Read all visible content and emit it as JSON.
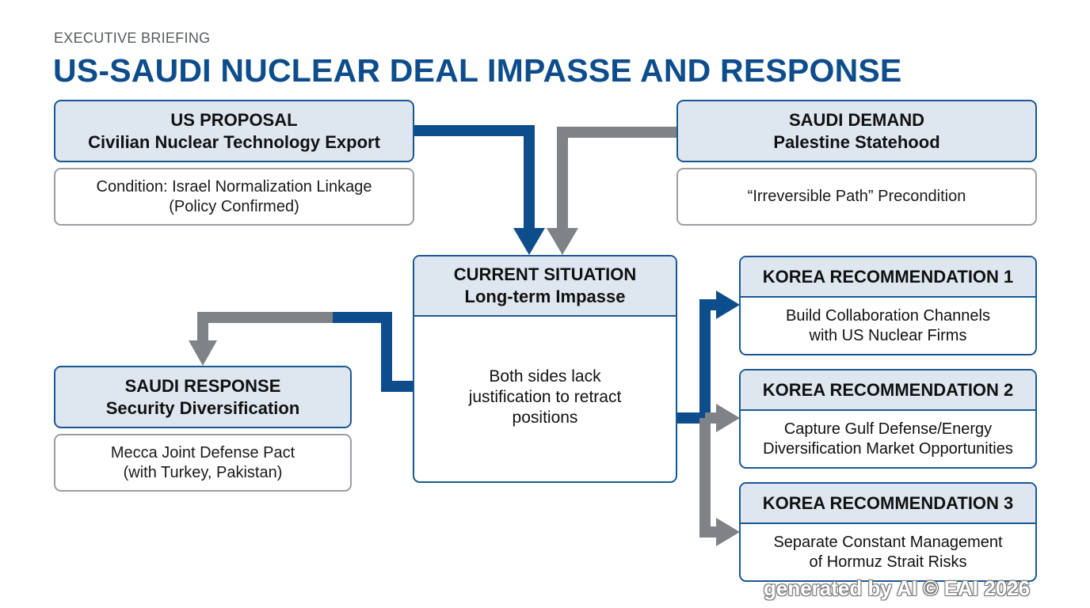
{
  "header": {
    "kicker": "EXECUTIVE BRIEFING",
    "title": "US-SAUDI NUCLEAR DEAL IMPASSE AND RESPONSE"
  },
  "us_proposal": {
    "line1": "US PROPOSAL",
    "line2": "Civilian Nuclear Technology Export",
    "detail1": "Condition: Israel Normalization Linkage",
    "detail2": "(Policy Confirmed)"
  },
  "saudi_demand": {
    "line1": "SAUDI DEMAND",
    "line2": "Palestine Statehood",
    "detail": "“Irreversible Path” Precondition"
  },
  "current_situation": {
    "line1": "CURRENT SITUATION",
    "line2": "Long-term Impasse",
    "body1": "Both sides lack",
    "body2": "justification to retract",
    "body3": "positions"
  },
  "saudi_response": {
    "line1": "SAUDI RESPONSE",
    "line2": "Security Diversification",
    "detail1": "Mecca Joint Defense Pact",
    "detail2": "(with Turkey, Pakistan)"
  },
  "recommendations": [
    {
      "title": "KOREA RECOMMENDATION 1",
      "line1": "Build Collaboration Channels",
      "line2": "with US Nuclear Firms"
    },
    {
      "title": "KOREA RECOMMENDATION 2",
      "line1": "Capture Gulf Defense/Energy",
      "line2": "Diversification Market Opportunities"
    },
    {
      "title": "KOREA RECOMMENDATION 3",
      "line1": "Separate Constant Management",
      "line2": "of Hormuz Strait Risks"
    }
  ],
  "watermark": "generated by AI © EAI 2026",
  "colors": {
    "blue": "#0d4d8c",
    "gray": "#7f8388",
    "box_fill": "#dee7f0"
  }
}
